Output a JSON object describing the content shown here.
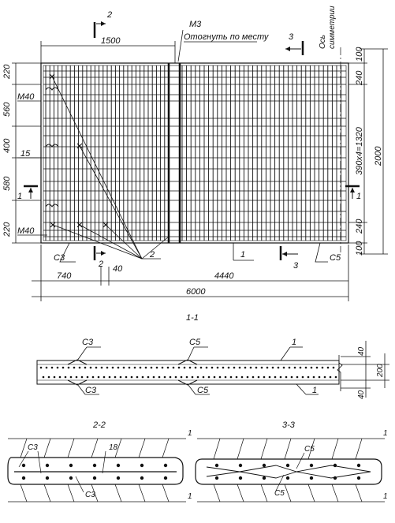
{
  "plan": {
    "top_dims": {
      "left": "1500"
    },
    "notes": {
      "m3": "М3",
      "bend": "Отогнуть по месту",
      "axis_line1": "Ось",
      "axis_line2": "симметрии"
    },
    "left_dims": [
      "220",
      "560",
      "400",
      "580",
      "220"
    ],
    "right_dims": [
      "100",
      "240",
      "2000",
      "390x4=1320",
      "240",
      "100"
    ],
    "labels": {
      "m40_top": "М40",
      "m40_bottom": "М40",
      "n15": "15",
      "c3": "С3",
      "c5": "С5",
      "n1": "1",
      "n2": "2"
    },
    "sections": {
      "s1_left": "1",
      "s1_right": "1",
      "s2_top": "2",
      "s2_bottom": "2",
      "s3_top": "3",
      "s3_bottom": "3"
    },
    "bottom_dims": {
      "d740": "740",
      "d40": "40",
      "d4440": "4440",
      "d6000": "6000"
    }
  },
  "section_1_1": {
    "title": "1-1",
    "labels": {
      "c3_top": "С3",
      "c5_top": "С5",
      "n1_top": "1",
      "c3_bottom": "С3",
      "c5_bottom": "С5",
      "n1_bottom": "1"
    },
    "dims": [
      "40",
      "200",
      "40"
    ]
  },
  "section_2_2": {
    "title": "2-2",
    "labels": {
      "c3_top": "С3",
      "n18": "18",
      "c3_bottom": "С3",
      "n1_top": "1",
      "n1_bottom": "1"
    }
  },
  "section_3_3": {
    "title": "3-3",
    "labels": {
      "c5_top": "С5",
      "c5_bottom": "С5",
      "n1_top": "1",
      "n1_bottom": "1"
    }
  }
}
